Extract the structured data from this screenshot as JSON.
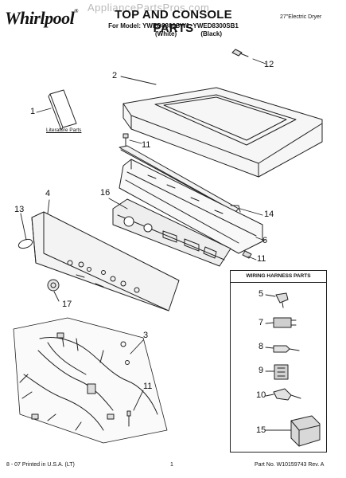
{
  "header": {
    "brand": "Whirlpool",
    "watermark": "AppliancePartsPros.com",
    "title": "TOP AND CONSOLE PARTS",
    "model_line": "For Model: YWED8300SW1, YWED8300SB1",
    "variant_white": "(White)",
    "variant_black": "(Black)",
    "product": "27\"Electric Dryer"
  },
  "labels": {
    "literature": "Literature Parts",
    "wiring_title": "WIRING HARNESS PARTS"
  },
  "callouts": {
    "c1": "1",
    "c2": "2",
    "c3": "3",
    "c4": "4",
    "c5": "5",
    "c6": "6",
    "c7": "7",
    "c8": "8",
    "c9": "9",
    "c10": "10",
    "c11a": "11",
    "c11b": "11",
    "c11c": "11",
    "c12": "12",
    "c13": "13",
    "c14": "14",
    "c15": "15",
    "c16": "16",
    "c17": "17"
  },
  "footer": {
    "left": "8 - 07 Printed in U.S.A. (LT)",
    "center": "1",
    "right": "Part No. W10159743 Rev. A"
  }
}
